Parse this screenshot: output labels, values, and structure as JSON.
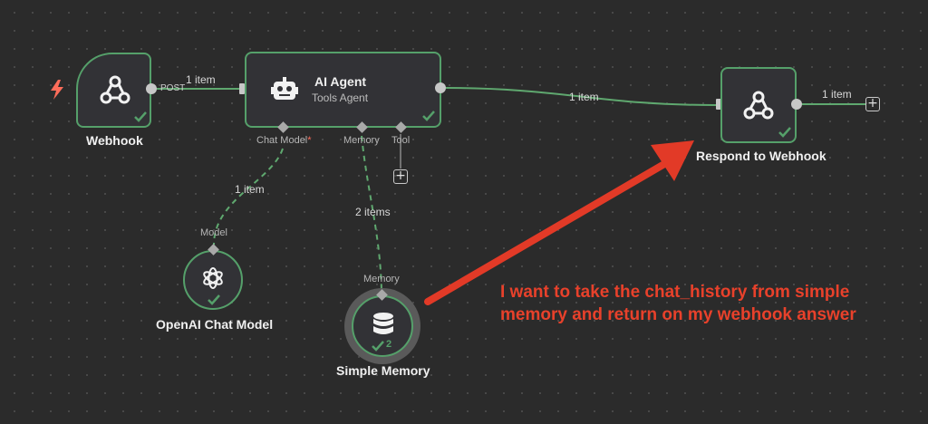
{
  "nodes": {
    "webhook": {
      "title": "Webhook",
      "output_badge": "POST"
    },
    "ai_agent": {
      "title": "AI Agent",
      "subtitle": "Tools Agent",
      "ports": {
        "chat_model": "Chat Model",
        "required_mark": "*",
        "memory": "Memory",
        "tool": "Tool"
      }
    },
    "respond": {
      "title": "Respond to Webhook"
    },
    "openai": {
      "title": "OpenAI Chat Model",
      "port": "Model"
    },
    "memory": {
      "title": "Simple Memory",
      "port": "Memory",
      "count": "2"
    }
  },
  "connections": {
    "webhook_to_agent": "1 item",
    "agent_to_respond": "1 item",
    "respond_out": "1 item",
    "model_to_agent": "1 item",
    "memory_to_agent": "2 items"
  },
  "annotation": {
    "line1": "I want to take the chat_history from simple",
    "line2": "memory and return on my webhook answer"
  },
  "colors": {
    "canvas": "#2b2b2b",
    "node_fill": "#323236",
    "success_green": "#55a06a",
    "trigger_orange": "#ff6d5a",
    "annotation_red": "#e8412b"
  },
  "icons": {
    "trigger": "lightning-icon",
    "webhook": "webhook-icon",
    "agent": "robot-icon",
    "openai": "openai-icon",
    "memory": "database-icon",
    "status": "check-icon"
  }
}
